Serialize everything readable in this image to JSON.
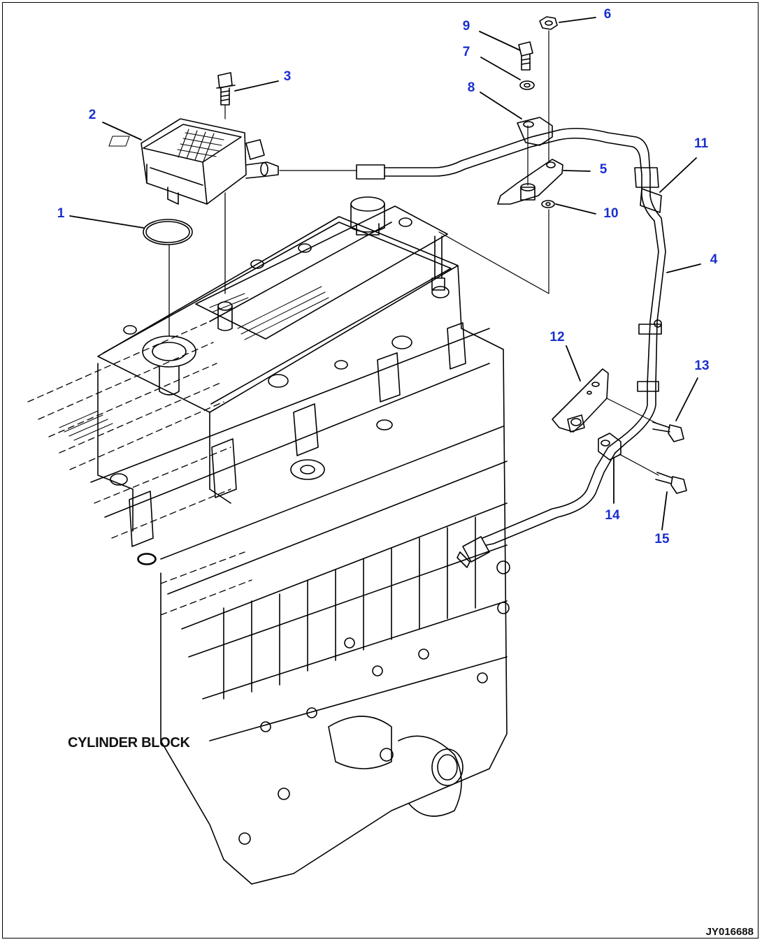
{
  "callouts": [
    "1",
    "2",
    "3",
    "4",
    "5",
    "6",
    "7",
    "8",
    "9",
    "10",
    "11",
    "12",
    "13",
    "14",
    "15"
  ],
  "caption": "CYLINDER BLOCK",
  "drawing_code": "JY016688",
  "colors": {
    "callout": "#1a2fd0",
    "line": "#000000"
  }
}
